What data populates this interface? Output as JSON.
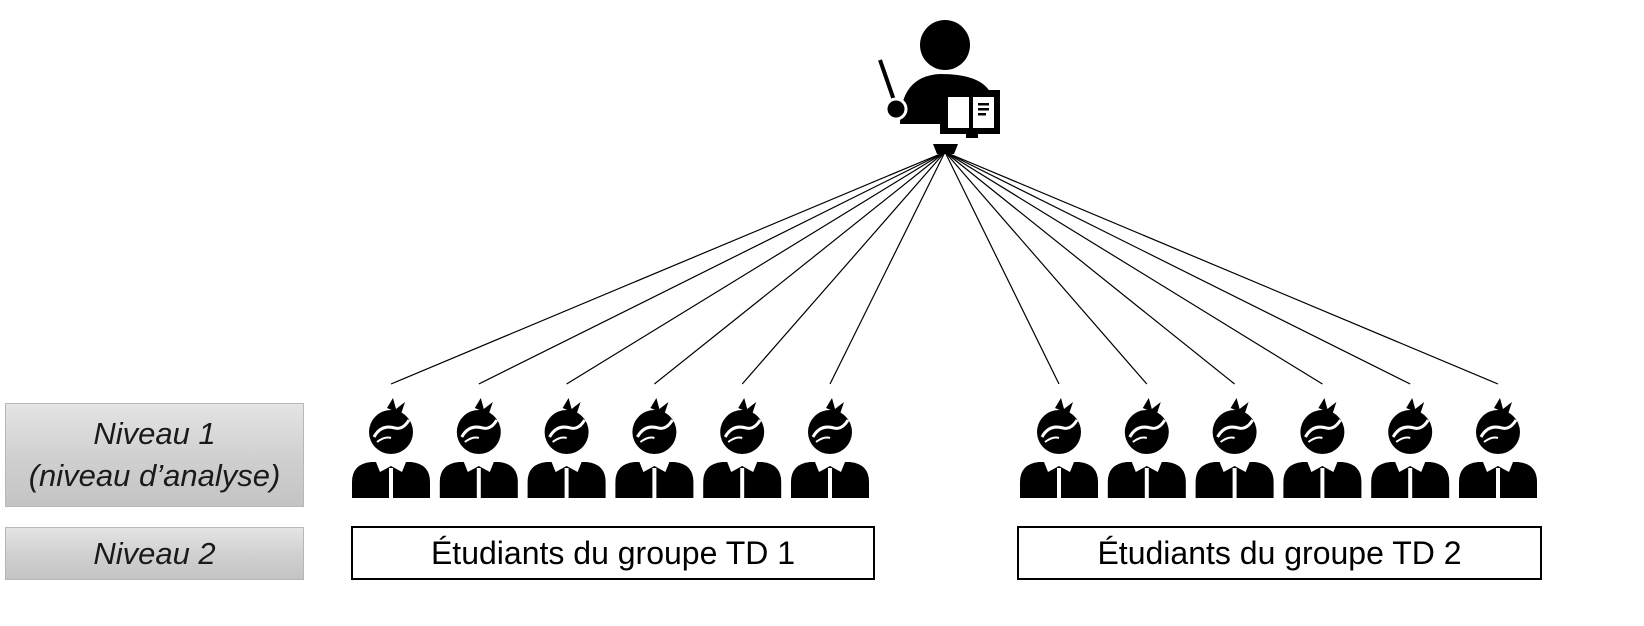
{
  "levels": {
    "level1_line1": "Niveau 1",
    "level1_line2": "(niveau d’analyse)",
    "level2": "Niveau 2"
  },
  "groups": [
    {
      "label": "Étudiants du groupe TD 1",
      "student_count": 6
    },
    {
      "label": "Étudiants du groupe TD 2",
      "student_count": 6
    }
  ],
  "icons": {
    "teacher": "teacher-icon",
    "student": "student-icon"
  },
  "colors": {
    "icon": "#000000",
    "level_box": "#d0d0d0",
    "line": "#000000"
  }
}
